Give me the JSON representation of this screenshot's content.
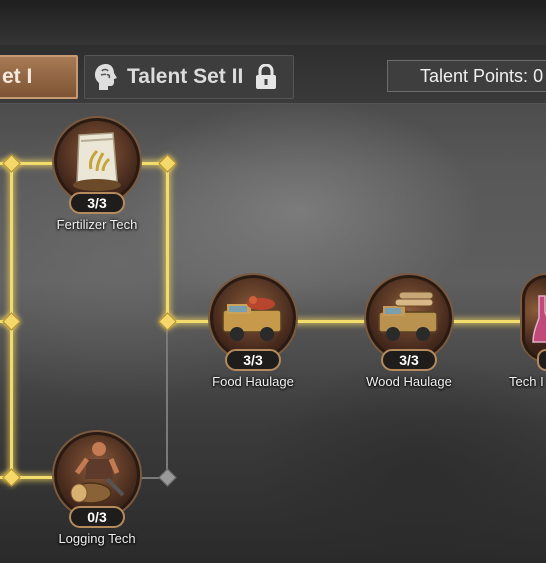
{
  "tabs": [
    {
      "label": "et I",
      "active": true
    },
    {
      "label": "Talent Set II",
      "active": false,
      "locked": true
    }
  ],
  "talent_points": {
    "label": "Talent Points: 0"
  },
  "nodes": [
    {
      "name": "Fertilizer Tech",
      "progress": "3/3"
    },
    {
      "name": "Food Haulage",
      "progress": "3/3"
    },
    {
      "name": "Wood Haulage",
      "progress": "3/3"
    },
    {
      "name": "Tech I",
      "progress": ""
    },
    {
      "name": "Logging Tech",
      "progress": "0/3"
    }
  ],
  "colors": {
    "active_line": "#f2dc6c",
    "inactive_line": "#7a7a78",
    "tab_active": "#9a6c47"
  }
}
